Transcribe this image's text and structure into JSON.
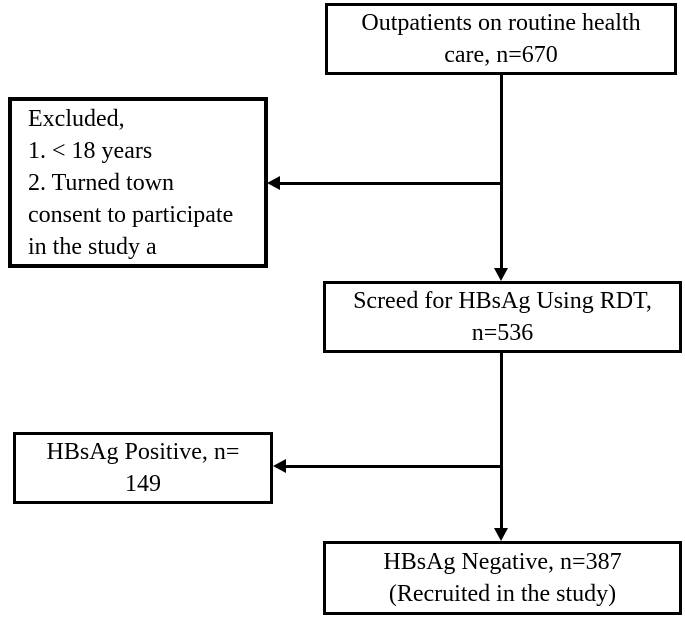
{
  "flowchart": {
    "boxes": {
      "outpatients": {
        "line1": "Outpatients on routine health",
        "line2": "care, n=670"
      },
      "excluded": {
        "line1": "Excluded,",
        "line2": "1. < 18 years",
        "line3": "2. Turned town",
        "line4": "consent to participate",
        "line5": "in the study a"
      },
      "screened": {
        "line1": "Screed for HBsAg Using RDT,",
        "line2": "n=536"
      },
      "hbsag_positive": {
        "line1": "HBsAg Positive, n=",
        "line2": "149"
      },
      "hbsag_negative": {
        "line1": "HBsAg Negative, n=387",
        "line2": "(Recruited in the study)"
      }
    },
    "connectors": [
      {
        "from": "outpatients",
        "to": "screened",
        "style": "arrow-down"
      },
      {
        "from": "outpatients-screened-line",
        "to": "excluded",
        "style": "arrow-left"
      },
      {
        "from": "screened",
        "to": "hbsag_negative",
        "style": "arrow-down"
      },
      {
        "from": "screened-negative-line",
        "to": "hbsag_positive",
        "style": "arrow-left"
      }
    ],
    "colors": {
      "border": "#000000",
      "text": "#000000",
      "background": "#ffffff"
    }
  }
}
